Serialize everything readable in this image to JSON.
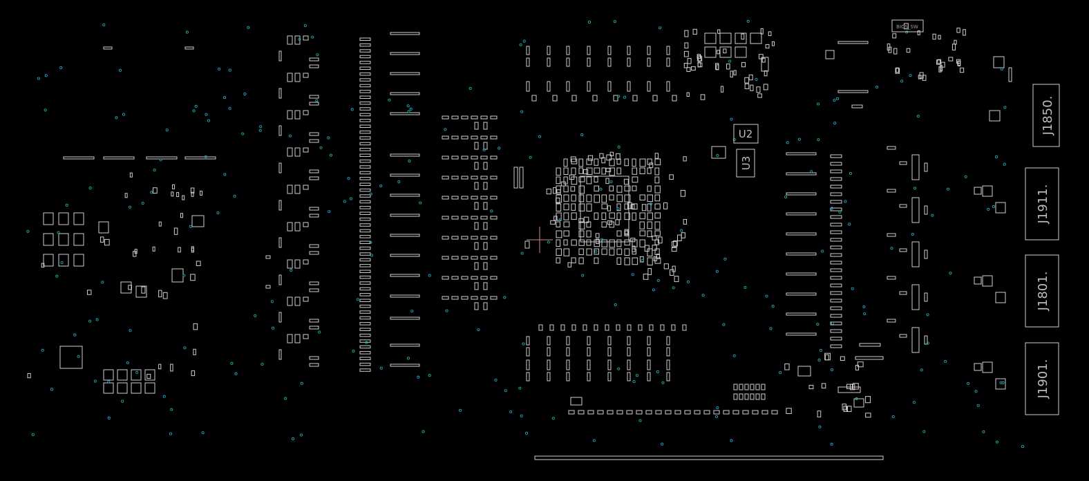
{
  "board": {
    "background": "#000000",
    "outline_color": "#cfcfcf",
    "via_color": "#1fa6b4",
    "cursor_color": "#d08a8a",
    "designators": {
      "u2": "U2",
      "u3": "U3",
      "j1850": "J1850.",
      "j1911": "J1911.",
      "j1801": "J1801.",
      "j1901": "J1901.",
      "bios_sw": "BIOS_SW"
    }
  }
}
